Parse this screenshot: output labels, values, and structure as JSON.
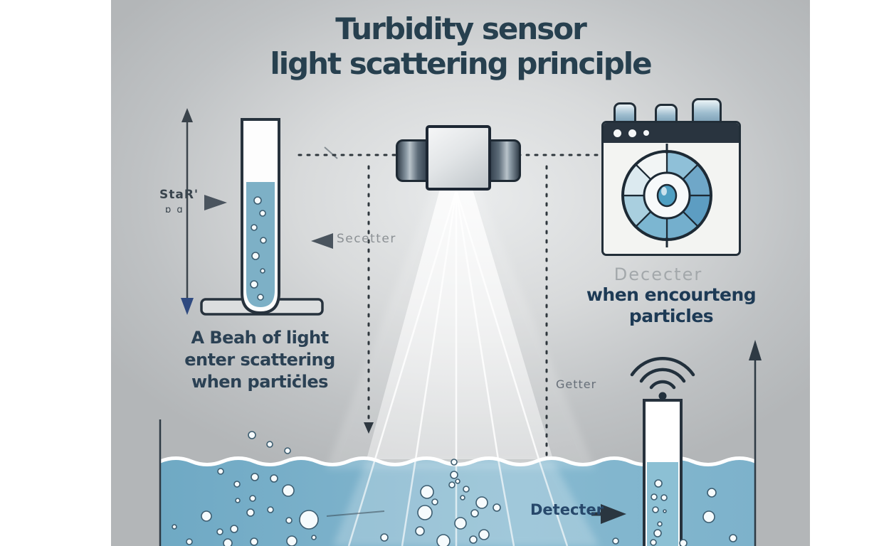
{
  "title": {
    "line1": "Turbidity sensor",
    "line2": "light scattering principle"
  },
  "left": {
    "height_label": "StaR'",
    "height_sub": "ɒ ɑ",
    "caption": [
      "A Beah of light",
      "enter scattering",
      "when partiċles"
    ]
  },
  "center": {
    "scatter_label": "Secetter",
    "setter_label": "Getter"
  },
  "right": {
    "detector_faded_label": "Dececter",
    "caption": [
      "when encourteng",
      "particles"
    ],
    "bottom_label": "Detecter"
  },
  "colors": {
    "background_gray": "#b7babc",
    "side_panels": "#ffffff",
    "water_blue": "#7db2cb",
    "title_navy": "#27404f",
    "caption_navy": "#2b4154",
    "outline_dark": "#222e38",
    "gauge_center_teal": "#4f9fc2",
    "tube_liquid_blue": "#7db0c6"
  },
  "figures": {
    "gauge_segments": [
      "#8fc0d8",
      "#6fa7c8",
      "#5d9dc2",
      "#74afcd",
      "#7cb6d1",
      "#a9cfdf",
      "#dceaf0",
      "#f2f5f5"
    ],
    "bubbles": {
      "left_tube": [
        [
          362,
          282,
          5
        ],
        [
          369,
          300,
          4
        ],
        [
          357,
          320,
          4
        ],
        [
          370,
          338,
          4
        ],
        [
          359,
          360,
          5
        ],
        [
          369,
          381,
          3
        ],
        [
          357,
          400,
          5
        ],
        [
          366,
          418,
          4
        ]
      ],
      "right_tube": [
        [
          925,
          680,
          5
        ],
        [
          919,
          699,
          4
        ],
        [
          933,
          700,
          4
        ],
        [
          921,
          717,
          4
        ],
        [
          934,
          719,
          2
        ],
        [
          927,
          737,
          3
        ],
        [
          924,
          750,
          5
        ],
        [
          918,
          763,
          4
        ]
      ],
      "above_water": [
        [
          354,
          612,
          5
        ],
        [
          379,
          625,
          4
        ],
        [
          404,
          634,
          4
        ]
      ],
      "water_left": [
        [
          310,
          663,
          4
        ],
        [
          333,
          681,
          4
        ],
        [
          358,
          671,
          5
        ],
        [
          385,
          673,
          5
        ],
        [
          405,
          690,
          8
        ],
        [
          355,
          701,
          4
        ],
        [
          334,
          704,
          3
        ],
        [
          290,
          726,
          7
        ],
        [
          352,
          721,
          5
        ],
        [
          380,
          717,
          4
        ],
        [
          329,
          744,
          5
        ],
        [
          309,
          748,
          4
        ],
        [
          406,
          732,
          4
        ],
        [
          434,
          731,
          13
        ],
        [
          245,
          741,
          3
        ],
        [
          320,
          764,
          6
        ],
        [
          357,
          762,
          5
        ],
        [
          410,
          761,
          7
        ],
        [
          441,
          756,
          3
        ],
        [
          266,
          762,
          4
        ]
      ],
      "water_center": [
        [
          600,
          692,
          9
        ],
        [
          597,
          721,
          10
        ],
        [
          647,
          736,
          8
        ],
        [
          677,
          707,
          8
        ],
        [
          638,
          668,
          5
        ],
        [
          635,
          682,
          4
        ],
        [
          667,
          722,
          5
        ],
        [
          698,
          714,
          5
        ],
        [
          680,
          752,
          7
        ],
        [
          623,
          761,
          9
        ],
        [
          590,
          747,
          6
        ],
        [
          540,
          756,
          5
        ],
        [
          665,
          759,
          5
        ],
        [
          638,
          650,
          4
        ],
        [
          643,
          677,
          3
        ],
        [
          650,
          700,
          3
        ],
        [
          611,
          706,
          4
        ],
        [
          655,
          688,
          4
        ]
      ],
      "water_right": [
        [
          1000,
          693,
          6
        ],
        [
          996,
          727,
          8
        ],
        [
          1030,
          757,
          5
        ],
        [
          865,
          761,
          4
        ],
        [
          960,
          764,
          5
        ]
      ]
    }
  }
}
